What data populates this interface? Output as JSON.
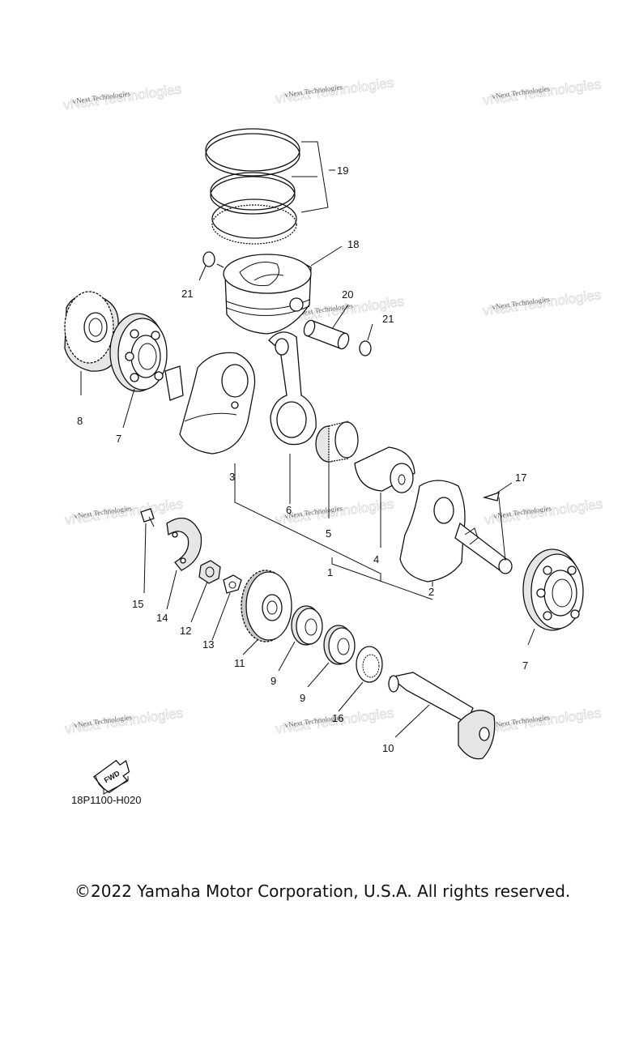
{
  "callouts": [
    {
      "n": "1"
    },
    {
      "n": "2"
    },
    {
      "n": "3"
    },
    {
      "n": "4"
    },
    {
      "n": "5"
    },
    {
      "n": "6"
    },
    {
      "n": "7"
    },
    {
      "n": "7"
    },
    {
      "n": "8"
    },
    {
      "n": "9"
    },
    {
      "n": "9"
    },
    {
      "n": "10"
    },
    {
      "n": "11"
    },
    {
      "n": "12"
    },
    {
      "n": "13"
    },
    {
      "n": "14"
    },
    {
      "n": "15"
    },
    {
      "n": "16"
    },
    {
      "n": "17"
    },
    {
      "n": "18"
    },
    {
      "n": "19"
    },
    {
      "n": "20"
    },
    {
      "n": "21"
    },
    {
      "n": "21"
    }
  ],
  "watermark": {
    "text": "vNext Technologies",
    "background": "vNext Technologies"
  },
  "fwd_label": "FWD",
  "diagram_code": "18P1100-H020",
  "copyright": "©2022 Yamaha Motor Corporation, U.S.A. All rights reserved."
}
